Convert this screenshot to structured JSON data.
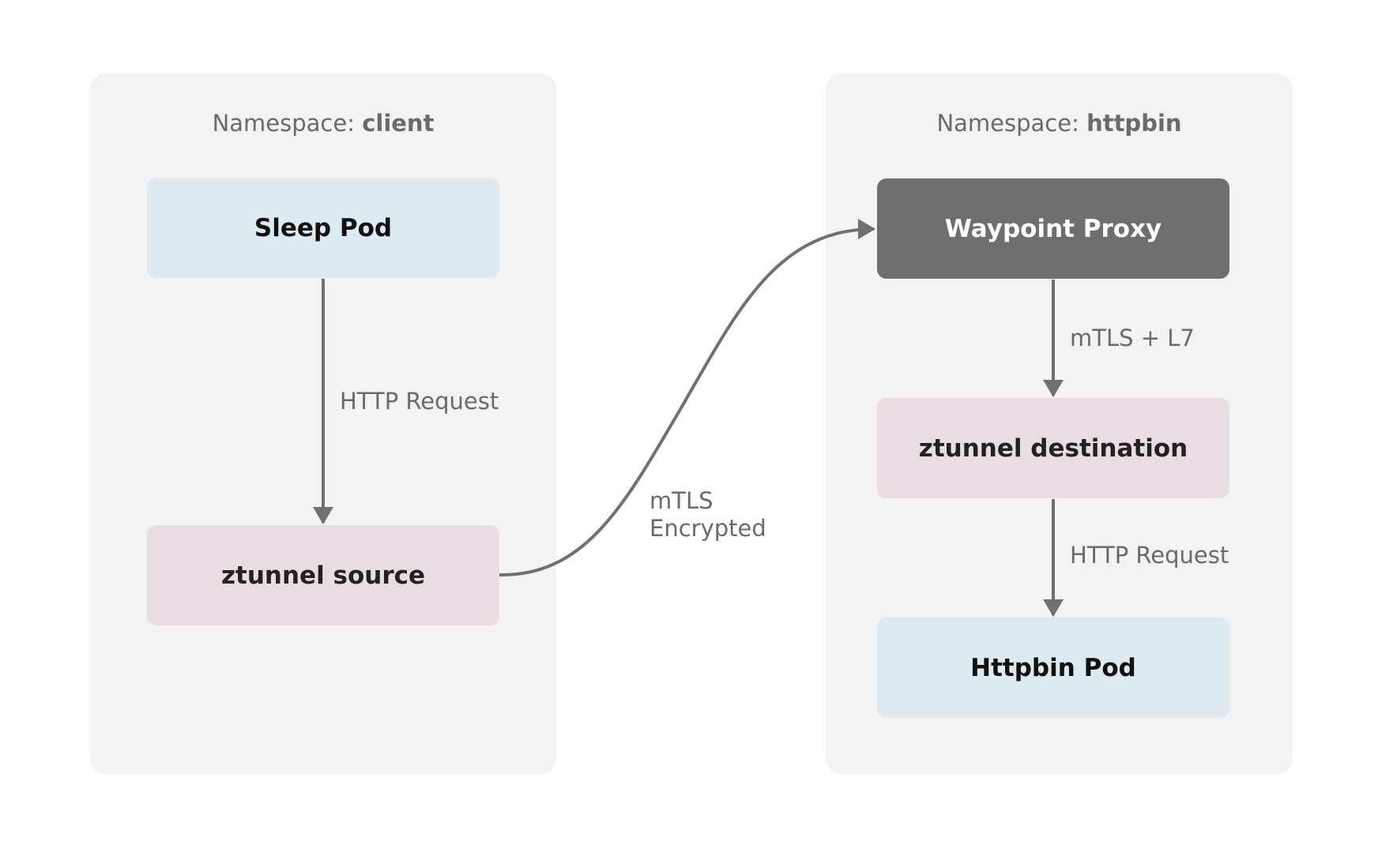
{
  "namespaces": {
    "client": {
      "prefix": "Namespace: ",
      "name": "client"
    },
    "httpbin": {
      "prefix": "Namespace: ",
      "name": "httpbin"
    }
  },
  "nodes": {
    "sleep_pod": "Sleep Pod",
    "ztunnel_source": "ztunnel source",
    "waypoint_proxy": "Waypoint Proxy",
    "ztunnel_destination": "ztunnel destination",
    "httpbin_pod": "Httpbin Pod"
  },
  "edges": {
    "sleep_to_source": "HTTP Request",
    "waypoint_to_destination": "mTLS + L7",
    "destination_to_httpbin": "HTTP Request",
    "source_to_waypoint": {
      "line1": "mTLS",
      "line2": "Encrypted"
    }
  },
  "colors": {
    "panel": "#f3f3f3",
    "pod": "#ddeaf1",
    "ztunnel": "#e9dde3",
    "waypoint": "#6e6e6e",
    "arrow": "#707070"
  }
}
